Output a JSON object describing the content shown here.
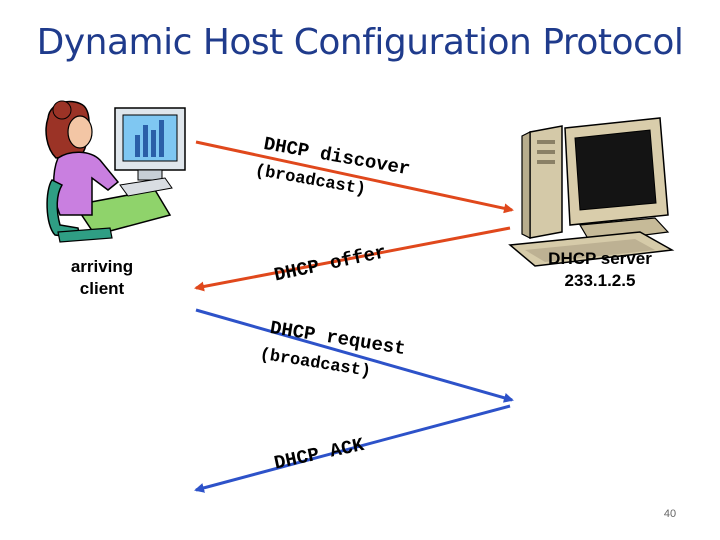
{
  "title": "Dynamic Host Configuration Protocol",
  "client": {
    "label_line1": "arriving",
    "label_line2": "client"
  },
  "server": {
    "label_line1": "DHCP server",
    "label_line2": "233.1.2.5"
  },
  "messages": [
    {
      "line1": "DHCP discover",
      "line2": "(broadcast)",
      "direction": "client-to-server",
      "color": "#e0481c"
    },
    {
      "line1": "DHCP offer",
      "line2": "",
      "direction": "server-to-client",
      "color": "#e0481c"
    },
    {
      "line1": "DHCP request",
      "line2": "(broadcast)",
      "direction": "client-to-server",
      "color": "#2d52c9"
    },
    {
      "line1": "DHCP ACK",
      "line2": "",
      "direction": "server-to-client",
      "color": "#2d52c9"
    }
  ],
  "page_number": "40"
}
